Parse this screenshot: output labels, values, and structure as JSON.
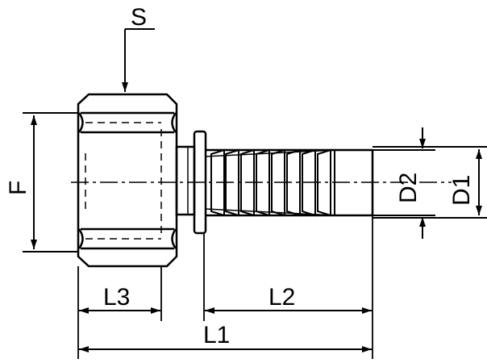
{
  "labels": {
    "s": "S",
    "f": "F",
    "d1": "D1",
    "d2": "D2",
    "l1": "L1",
    "l2": "L2",
    "l3": "L3"
  },
  "colors": {
    "stroke": "#000000",
    "background": "#ffffff"
  }
}
